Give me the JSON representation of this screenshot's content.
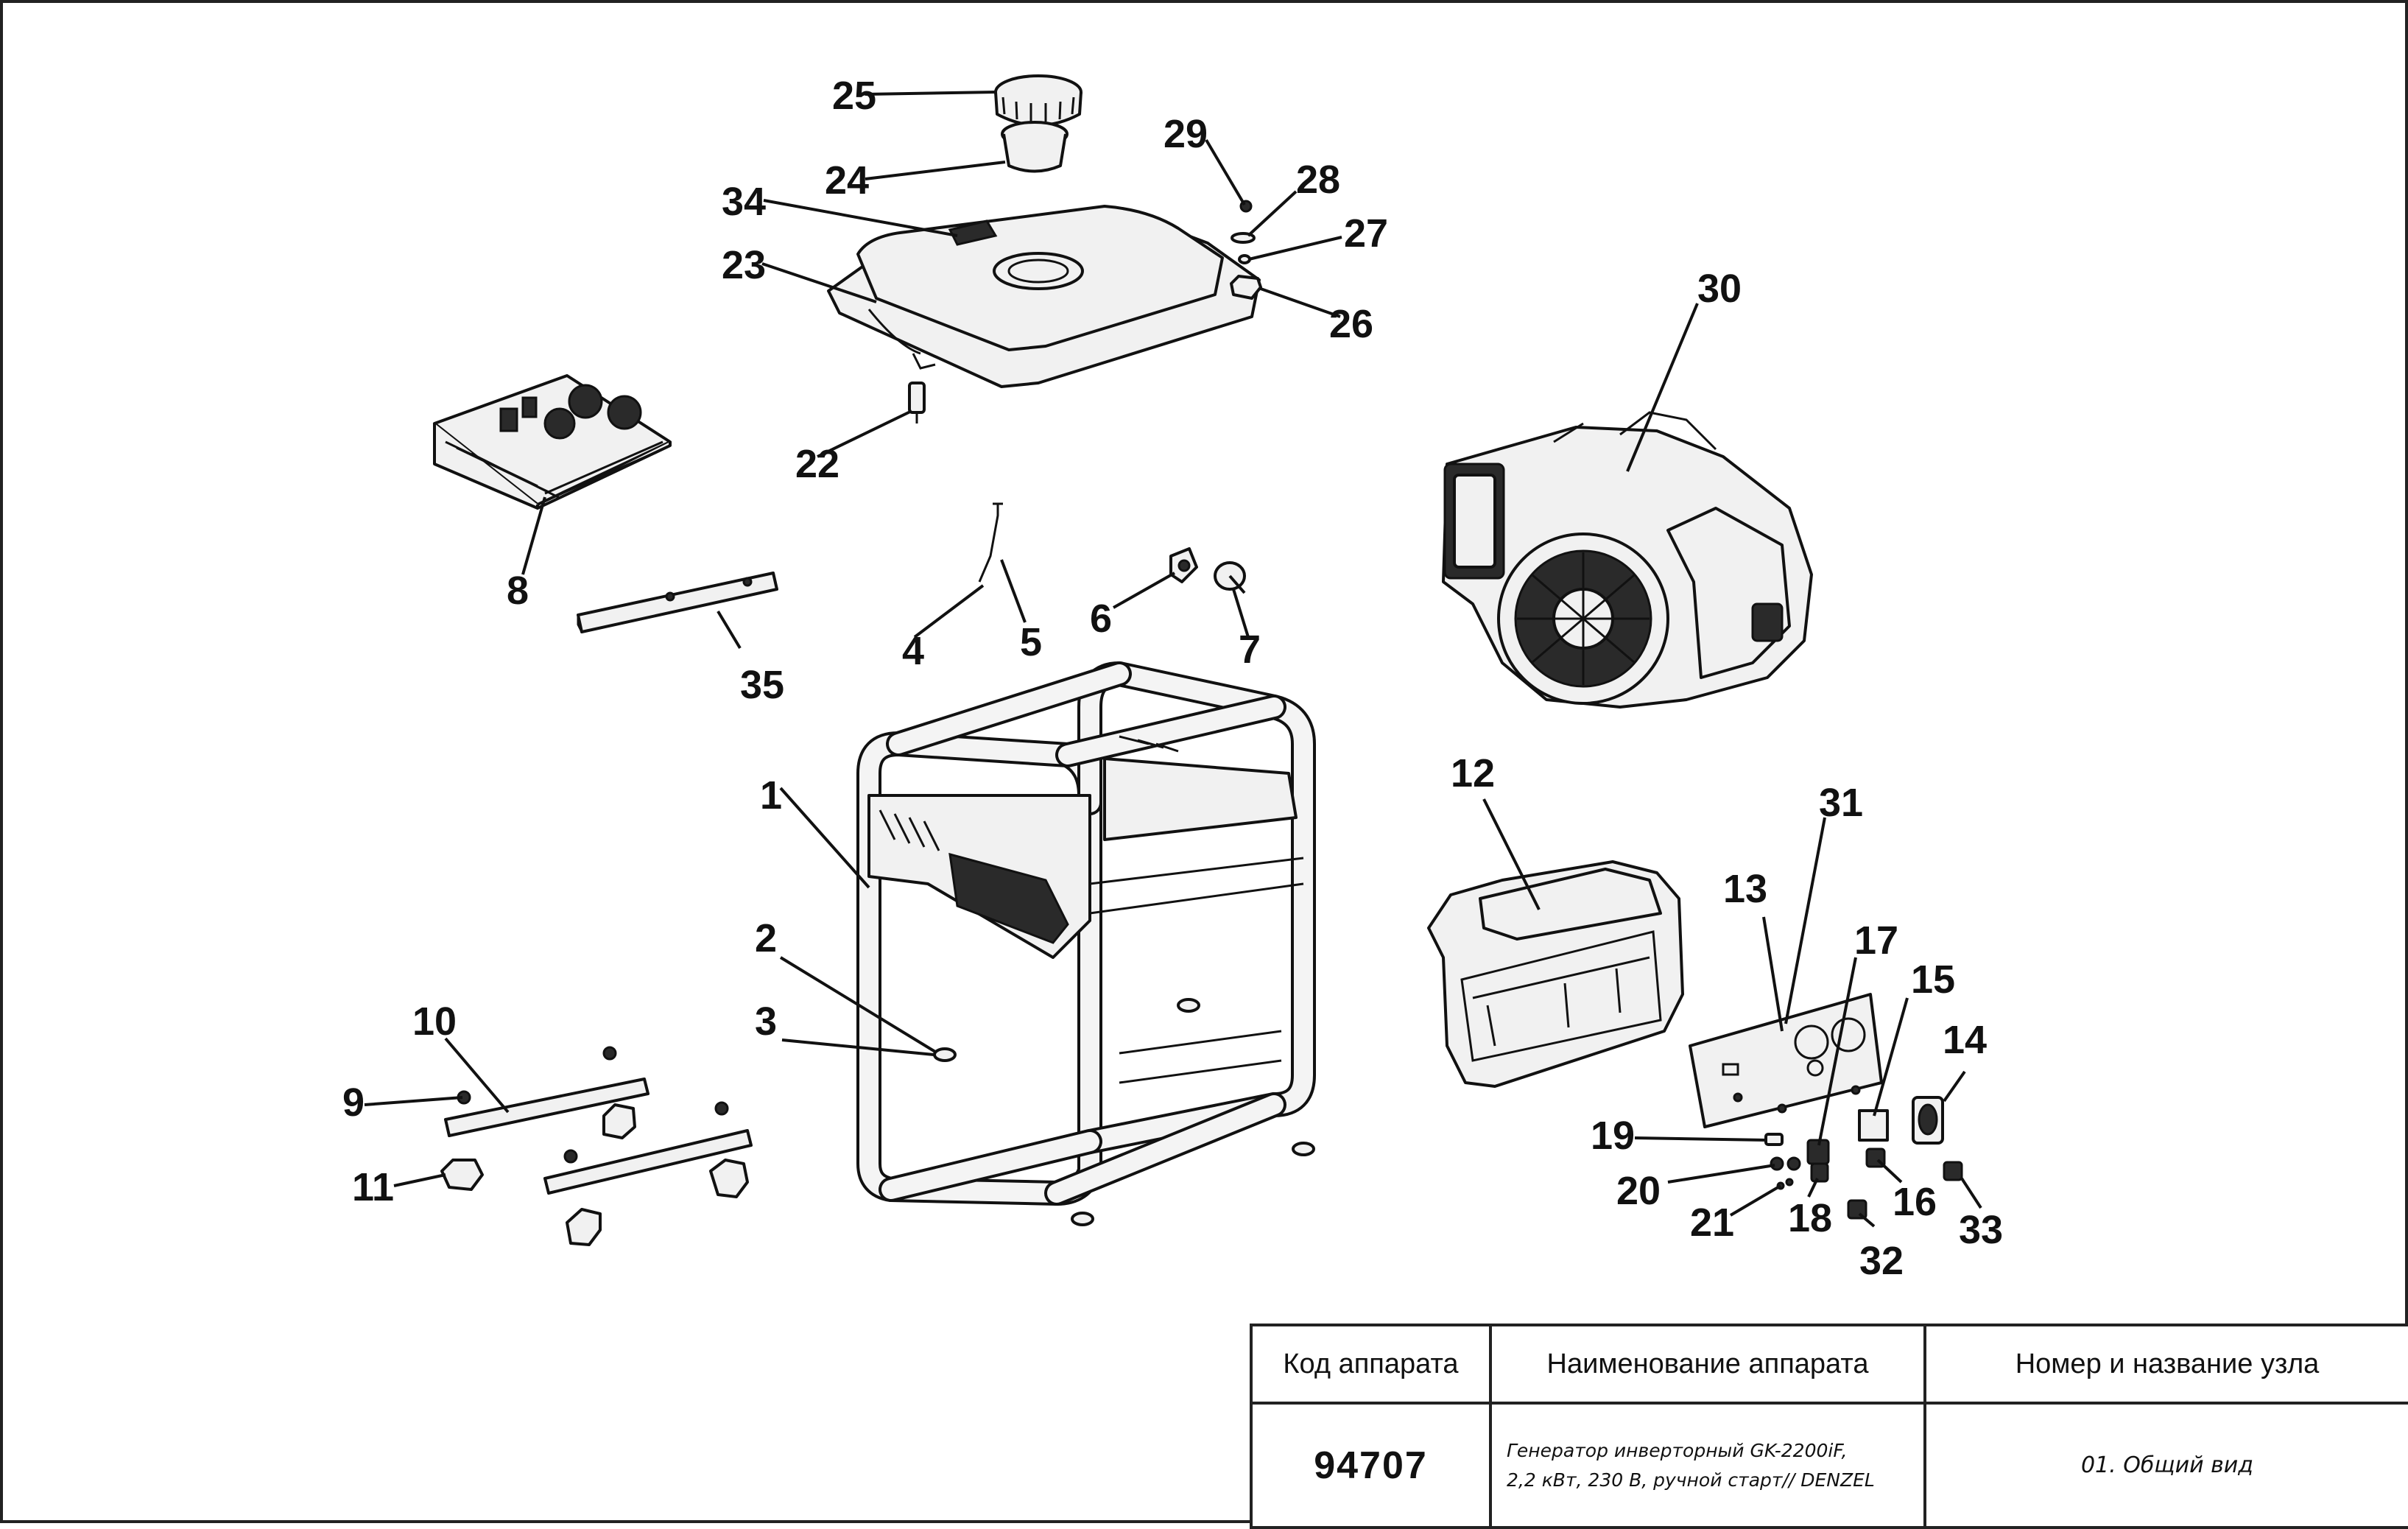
{
  "callouts": {
    "c1": "1",
    "c2": "2",
    "c3": "3",
    "c4": "4",
    "c5": "5",
    "c6": "6",
    "c7": "7",
    "c8": "8",
    "c9": "9",
    "c10": "10",
    "c11": "11",
    "c12": "12",
    "c13": "13",
    "c14": "14",
    "c15": "15",
    "c16": "16",
    "c17": "17",
    "c18": "18",
    "c19": "19",
    "c20": "20",
    "c21": "21",
    "c22": "22",
    "c23": "23",
    "c24": "24",
    "c25": "25",
    "c26": "26",
    "c27": "27",
    "c28": "28",
    "c29": "29",
    "c30": "30",
    "c31": "31",
    "c32": "32",
    "c33": "33",
    "c34": "34",
    "c35": "35"
  },
  "title_block": {
    "header_code": "Код аппарата",
    "header_name": "Наименование аппарата",
    "header_node": "Номер и название узла",
    "code": "94707",
    "name_line1": "Генератор инверторный GK-2200iF,",
    "name_line2": "2,2 кВт, 230 В, ручной старт// DENZEL",
    "node": "01. Общий вид"
  }
}
